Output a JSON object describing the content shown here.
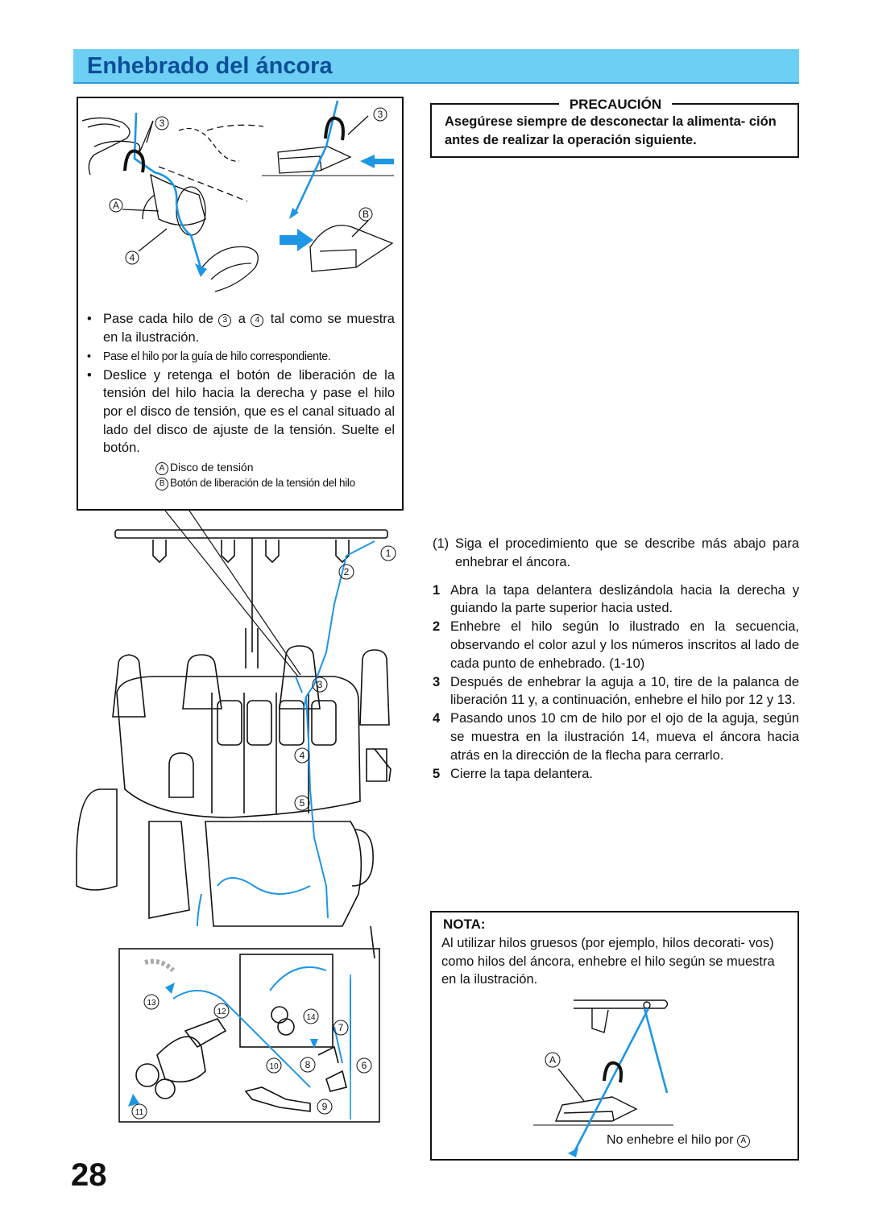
{
  "header": {
    "title": "Enhebrado del áncora"
  },
  "top_figure": {
    "markers": {
      "three": "3",
      "four": "4",
      "a": "A",
      "b": "B"
    },
    "bullets": [
      {
        "pre": "Pase cada hilo de",
        "m1": "3",
        "mid": "a",
        "m2": "4",
        "post": "tal como se muestra en la ilustración."
      },
      {
        "text": "Pase el hilo por la guía de hilo correspondiente."
      },
      {
        "text": "Deslice y retenga el botón de liberación de la tensión del hilo hacia la derecha y pase el hilo por el disco de tensión, que es el canal situado al lado del disco de ajuste de la tensión. Suelte el botón."
      }
    ],
    "legend": [
      {
        "marker": "A",
        "text": "Disco de tensión"
      },
      {
        "marker": "B",
        "text": "Botón de liberación de la tensión del hilo"
      }
    ]
  },
  "caution": {
    "title": "PRECAUCIÓN",
    "text": "Asegúrese siempre de desconectar la alimenta- ción antes de realizar la operación siguiente."
  },
  "machine_figure": {
    "markers": [
      "1",
      "2",
      "3",
      "4",
      "5",
      "6",
      "7",
      "8",
      "9",
      "10",
      "11",
      "12",
      "13",
      "14"
    ]
  },
  "steps": {
    "intro_num": "(1)",
    "intro": "Siga el procedimiento que se describe más abajo para enhebrar el áncora.",
    "items": [
      {
        "num": "1",
        "text": "Abra la tapa delantera deslizándola hacia la derecha y guiando la parte superior hacia usted."
      },
      {
        "num": "2",
        "text": "Enhebre el hilo según lo ilustrado en la secuencia, observando el color azul y los números inscritos al lado de cada punto de enhebrado. (1-10)"
      },
      {
        "num": "3",
        "text": "Después de enhebrar la aguja a 10, tire de la palanca de liberación 11 y, a continuación, enhebre el hilo por 12 y 13."
      },
      {
        "num": "4",
        "text": "Pasando unos 10 cm de hilo por el ojo de la aguja, según se muestra en la ilustración 14, mueva el áncora hacia atrás en la dirección de la flecha para cerrarlo."
      },
      {
        "num": "5",
        "text": "Cierre la tapa delantera."
      }
    ]
  },
  "nota": {
    "title": "NOTA:",
    "text": "Al utilizar hilos gruesos (por ejemplo, hilos decorati- vos) como hilos del áncora, enhebre el hilo según se muestra en la ilustración.",
    "marker": "A",
    "caption_pre": "No enhebre el hilo por",
    "caption_marker": "A"
  },
  "page_number": "28",
  "colors": {
    "accent": "#1e96e6",
    "title_bar": "#6ecff4",
    "title_text": "#0b4f99"
  }
}
